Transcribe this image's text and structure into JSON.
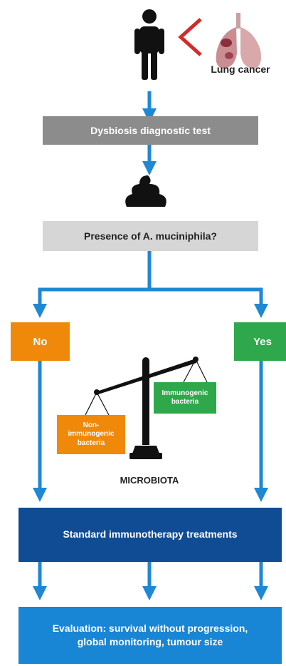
{
  "top": {
    "disease_label": "Lung cancer"
  },
  "steps": {
    "dysbiosis_test": "Dysbiosis diagnostic test",
    "presence_question": "Presence of A. muciniphila?",
    "no": "No",
    "yes": "Yes",
    "immunotherapy": "Standard immunotherapy treatments",
    "evaluation": "Evaluation: survival without progression, global monitoring, tumour size"
  },
  "scale": {
    "non_immunogenic": "Non-immunogenic bacteria",
    "immunogenic": "Immunogenic bacteria",
    "caption": "MICROBIOTA"
  },
  "colors": {
    "blue_arrow": "#1E88D4",
    "dark_gray": "#8C8C8C",
    "light_gray": "#D6D6D6",
    "orange": "#F0890A",
    "green": "#2EA84A",
    "navy": "#0F4C94",
    "bright_blue": "#1886D4",
    "red_bracket": "#D42A2A"
  }
}
